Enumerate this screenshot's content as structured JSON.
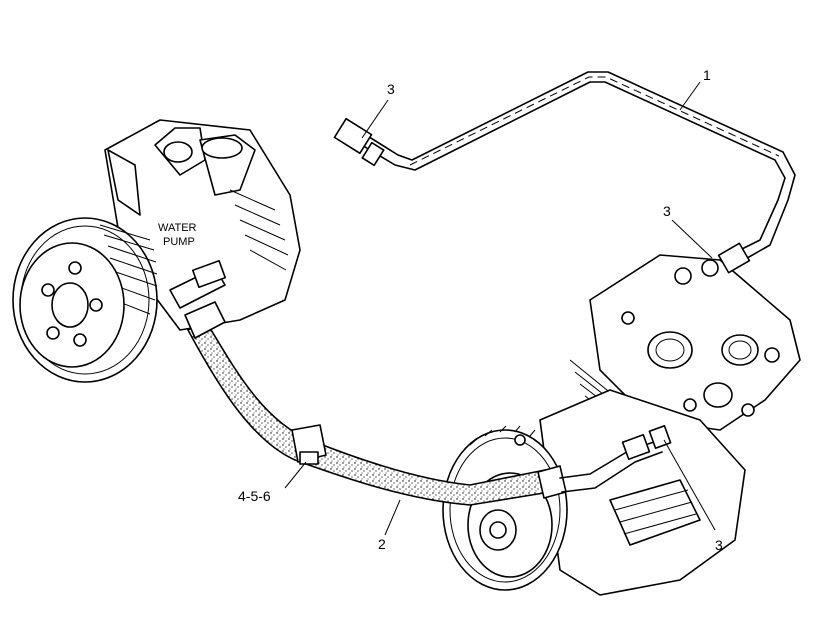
{
  "callouts": {
    "c1": "1",
    "c2": "2",
    "c3a": "3",
    "c3b": "3",
    "c3c": "3",
    "c456": "4-5-6"
  },
  "pump_label": {
    "line1": "WATER",
    "line2": "PUMP"
  }
}
